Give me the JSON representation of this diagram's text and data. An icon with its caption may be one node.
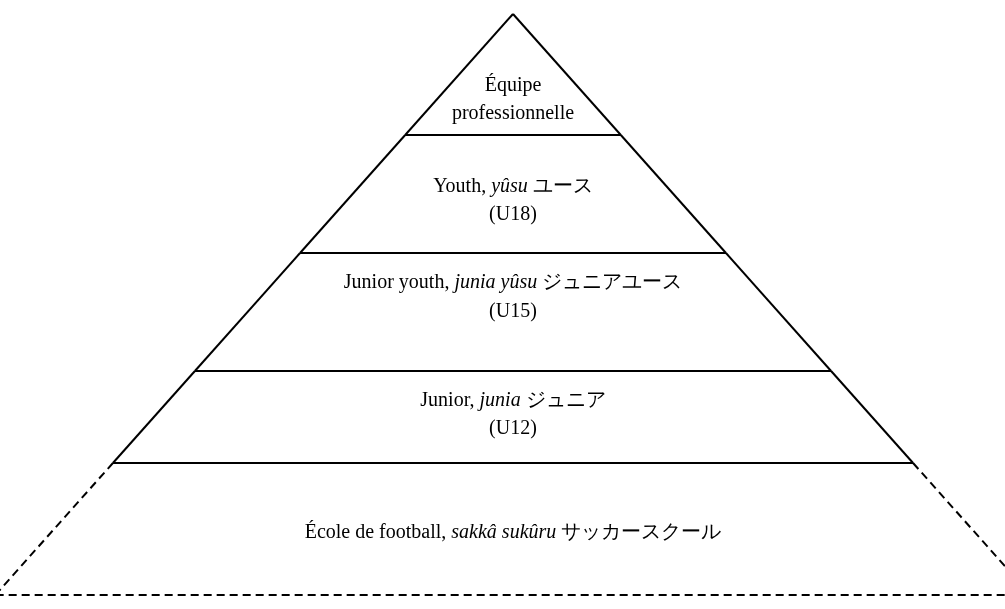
{
  "diagram": {
    "nodes": [
      {
        "text": [
          "Équipe professionnelle"
        ]
      },
      {
        "text": [
          "Youth, *yûsu* ユース",
          "(U18)"
        ]
      },
      {
        "text": [
          "Junior youth, *junia yûsu* ジュニアユース",
          "(U15)"
        ]
      },
      {
        "text": [
          "Junior, *junia* ジュニア",
          "(U12)"
        ]
      },
      {
        "text": [
          "École de football, *sakkâ sukûru* サッカースクール"
        ]
      }
    ]
  }
}
